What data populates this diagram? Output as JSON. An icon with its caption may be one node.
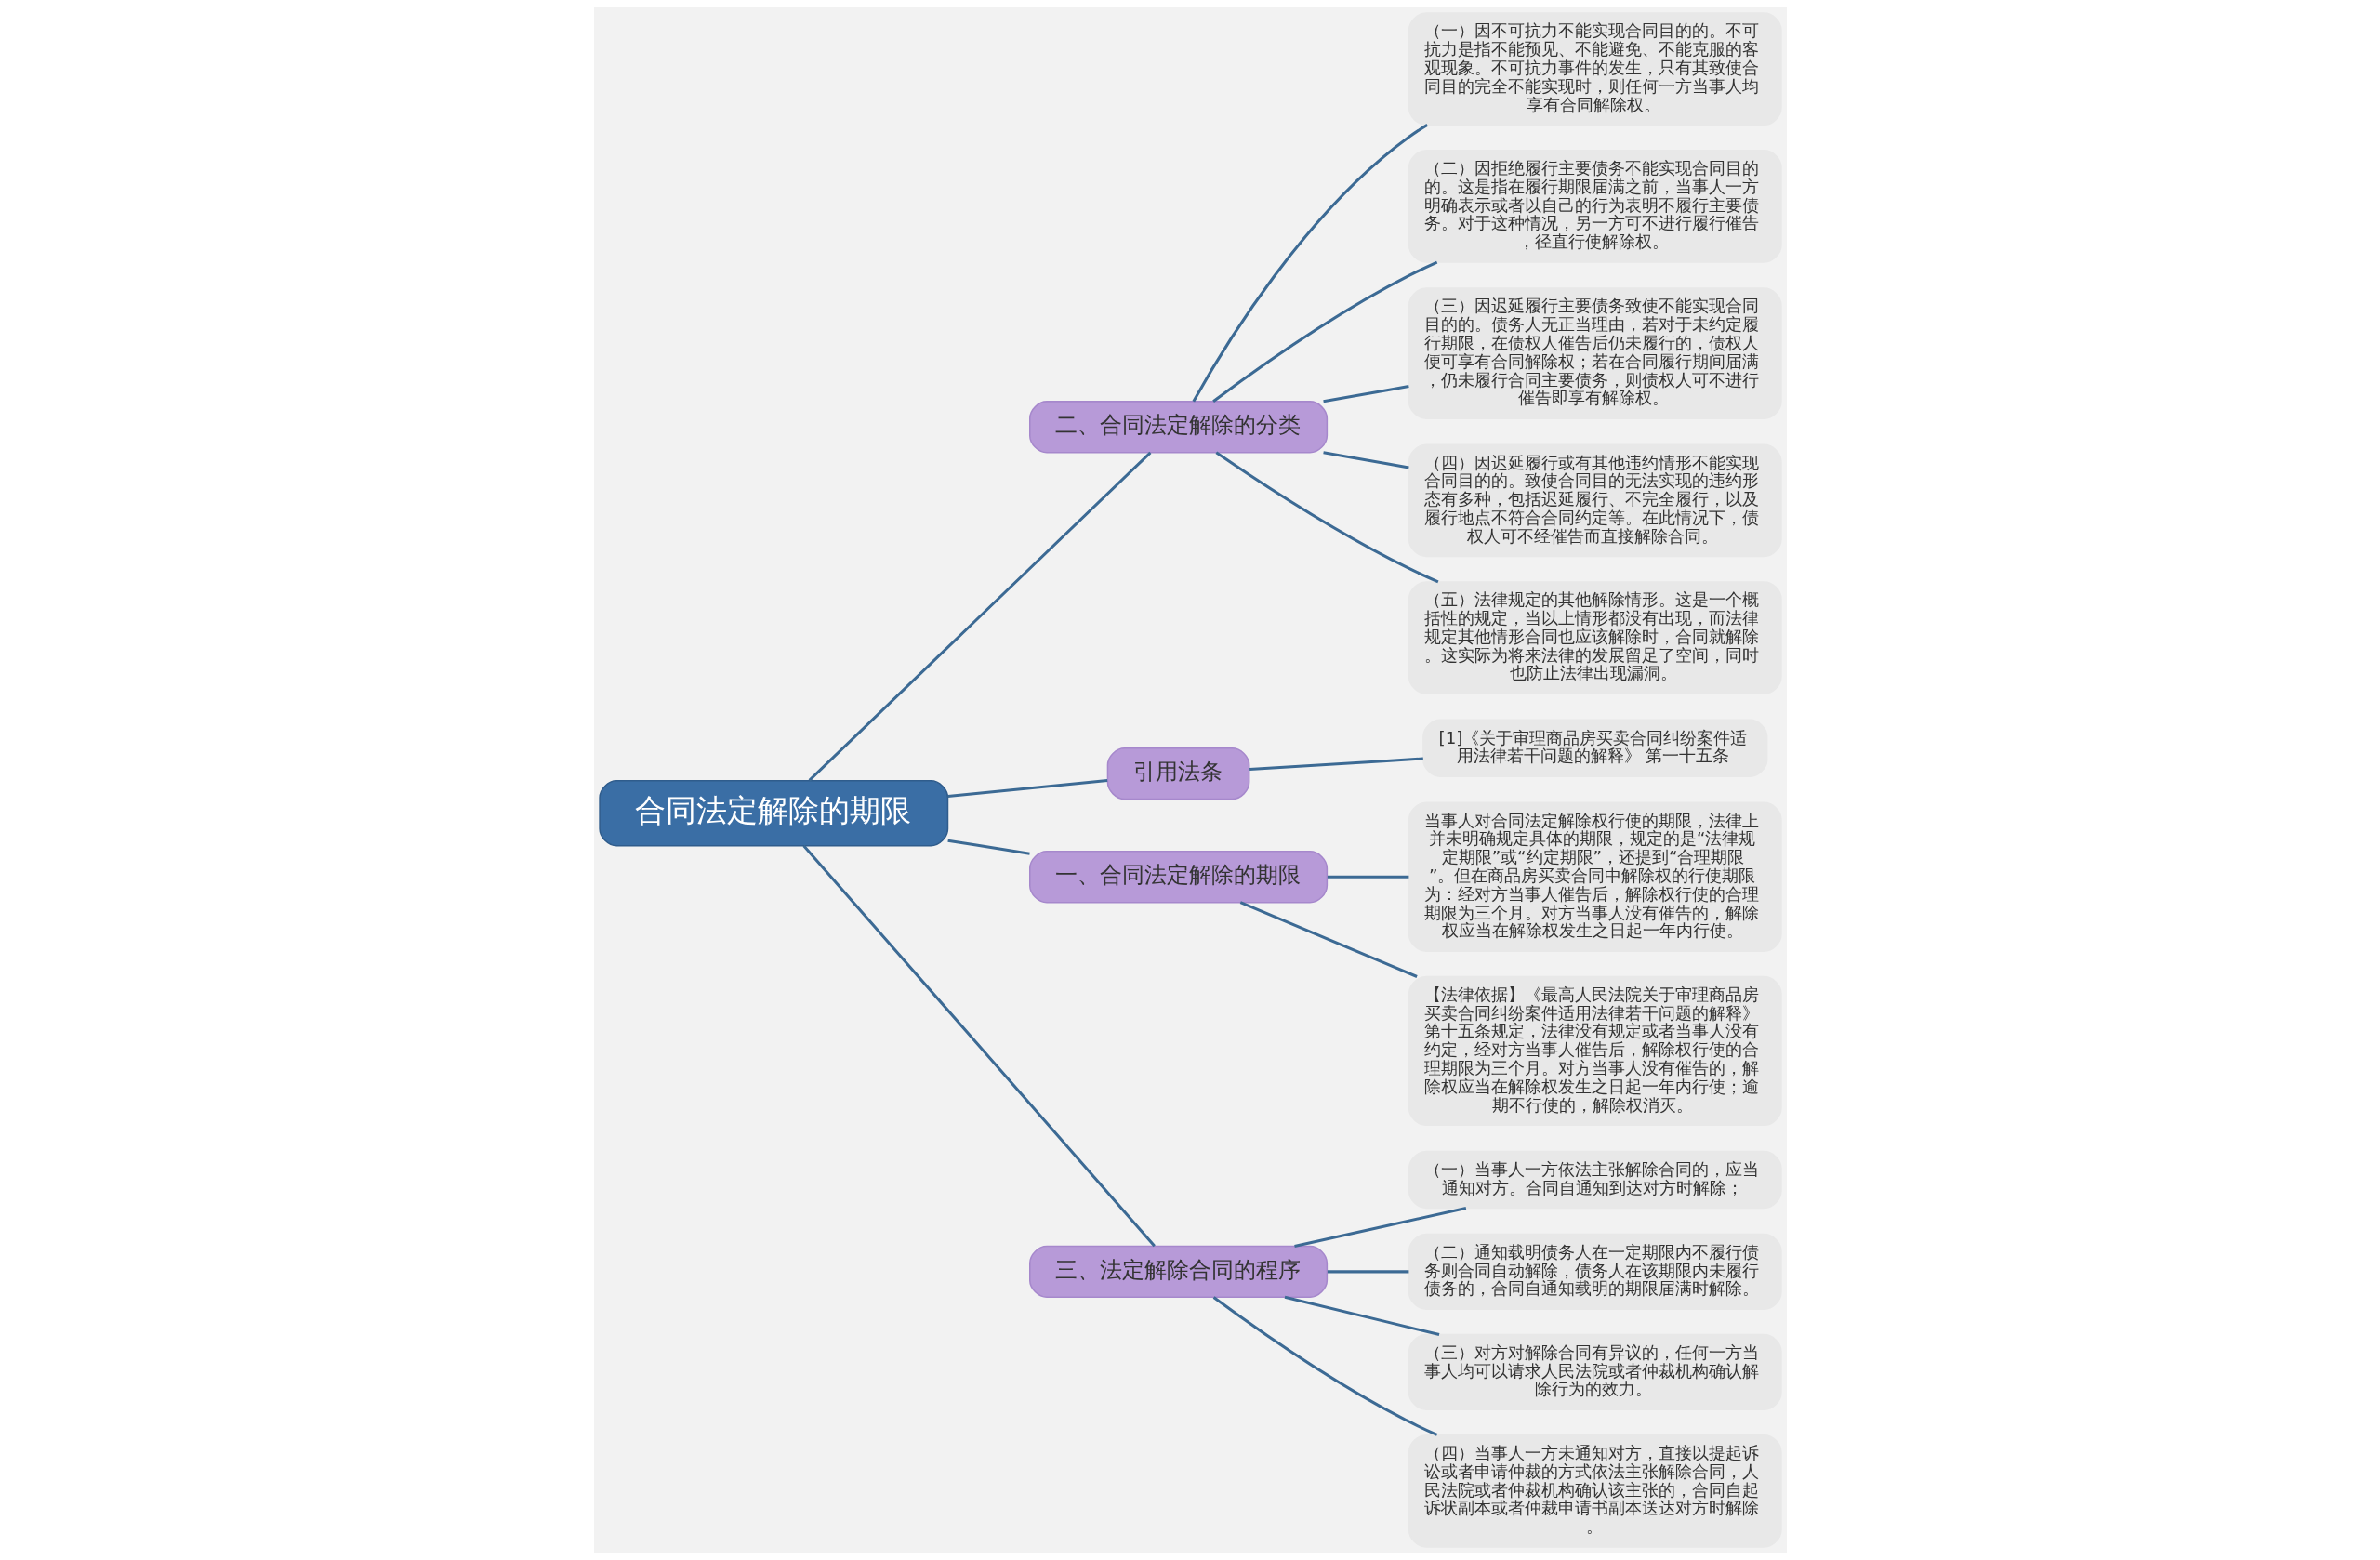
{
  "diagram": {
    "nodes": [
      {
        "text": [
          "合同法定解除的期限"
        ]
      },
      {
        "text": [
          "二、合同法定解除的分类"
        ]
      },
      {
        "text": [
          "（一）因不可抗力不能实现合同目的的。不可抗力是指不能预见、不能避免、不能克服的客观现象。不可抗力事件的发生，只有其致使合同目的完全不能实现时，则任何一方当事人均享有合同解除权。"
        ]
      },
      {
        "text": [
          "（二）因拒绝履行主要债务不能实现合同目的的。这是指在履行期限届满之前，当事人一方明确表示或者以自己的行为表明不履行主要债务。对于这种情况，另一方可不进行履行催告，径直行使解除权。"
        ]
      },
      {
        "text": [
          "（三）因迟延履行主要债务致使不能实现合同目的的。债务人无正当理由，若对于未约定履行期限，在债权人催告后仍未履行的，债权人便可享有合同解除权；若在合同履行期间届满，仍未履行合同主要债务，则债权人可不进行催告即享有解除权。"
        ]
      },
      {
        "text": [
          "（四）因迟延履行或有其他违约情形不能实现合同目的的。致使合同目的无法实现的违约形态有多种，包括迟延履行、不完全履行，以及履行地点不符合合同约定等。在此情况下，债权人可不经催告而直接解除合同。"
        ]
      },
      {
        "text": [
          "（五）法律规定的其他解除情形。这是一个概括性的规定，当以上情形都没有出现，而法律规定其他情形合同也应该解除时，合同就解除。这实际为将来法律的发展留足了空间，同时也防止法律出现漏洞。"
        ]
      },
      {
        "text": [
          "引用法条"
        ]
      },
      {
        "text": [
          "[1]《关于审理商品房买卖合同纠纷案件适用法律若干问题的解释》 第一十五条"
        ]
      },
      {
        "text": [
          "一、合同法定解除的期限"
        ]
      },
      {
        "text": [
          "当事人对合同法定解除权行使的期限，法律上并未明确规定具体的期限，规定的是“法律规定期限”或“约定期限”，还提到“合理期限”。但在商品房买卖合同中解除权的行使期限为：经对方当事人催告后，解除权行使的合理期限为三个月。对方当事人没有催告的，解除权应当在解除权发生之日起一年内行使。"
        ]
      },
      {
        "text": [
          "【法律依据】《最高人民法院关于审理商品房买卖合同纠纷案件适用法律若干问题的解释》第十五条规定，法律没有规定或者当事人没有约定，经对方当事人催告后，解除权行使的合理期限为三个月。对方当事人没有催告的，解除权应当在解除权发生之日起一年内行使；逾期不行使的，解除权消灭。"
        ]
      },
      {
        "text": [
          "三、法定解除合同的程序"
        ]
      },
      {
        "text": [
          "（一）当事人一方依法主张解除合同的，应当通知对方。合同自通知到达对方时解除；"
        ]
      },
      {
        "text": [
          "（二）通知载明债务人在一定期限内不履行债务则合同自动解除，债务人在该期限内未履行债务的，合同自通知载明的期限届满时解除。"
        ]
      },
      {
        "text": [
          "（三）对方对解除合同有异议的，任何一方当事人均可以请求人民法院或者仲裁机构确认解除行为的效力。"
        ]
      },
      {
        "text": [
          "（四）当事人一方未通知对方，直接以提起诉讼或者申请仲裁的方式依法主张解除合同，人民法院或者仲裁机构确认该主张的，合同自起诉状副本或者仲裁申请书副本送达对方时解除。"
        ]
      }
    ],
    "edges": [
      {
        "from": 0,
        "to": 1,
        "arrow": "none"
      },
      {
        "from": 1,
        "to": 2,
        "arrow": "none"
      },
      {
        "from": 1,
        "to": 3,
        "arrow": "none"
      },
      {
        "from": 1,
        "to": 4,
        "arrow": "none"
      },
      {
        "from": 1,
        "to": 5,
        "arrow": "none"
      },
      {
        "from": 1,
        "to": 6,
        "arrow": "none"
      },
      {
        "from": 0,
        "to": 7,
        "arrow": "none"
      },
      {
        "from": 7,
        "to": 8,
        "arrow": "none"
      },
      {
        "from": 0,
        "to": 9,
        "arrow": "none"
      },
      {
        "from": 9,
        "to": 10,
        "arrow": "none"
      },
      {
        "from": 9,
        "to": 11,
        "arrow": "none"
      },
      {
        "from": 0,
        "to": 12,
        "arrow": "none"
      },
      {
        "from": 12,
        "to": 13,
        "arrow": "none"
      },
      {
        "from": 12,
        "to": 14,
        "arrow": "none"
      },
      {
        "from": 12,
        "to": 15,
        "arrow": "none"
      },
      {
        "from": 12,
        "to": 16,
        "arrow": "none"
      }
    ]
  }
}
